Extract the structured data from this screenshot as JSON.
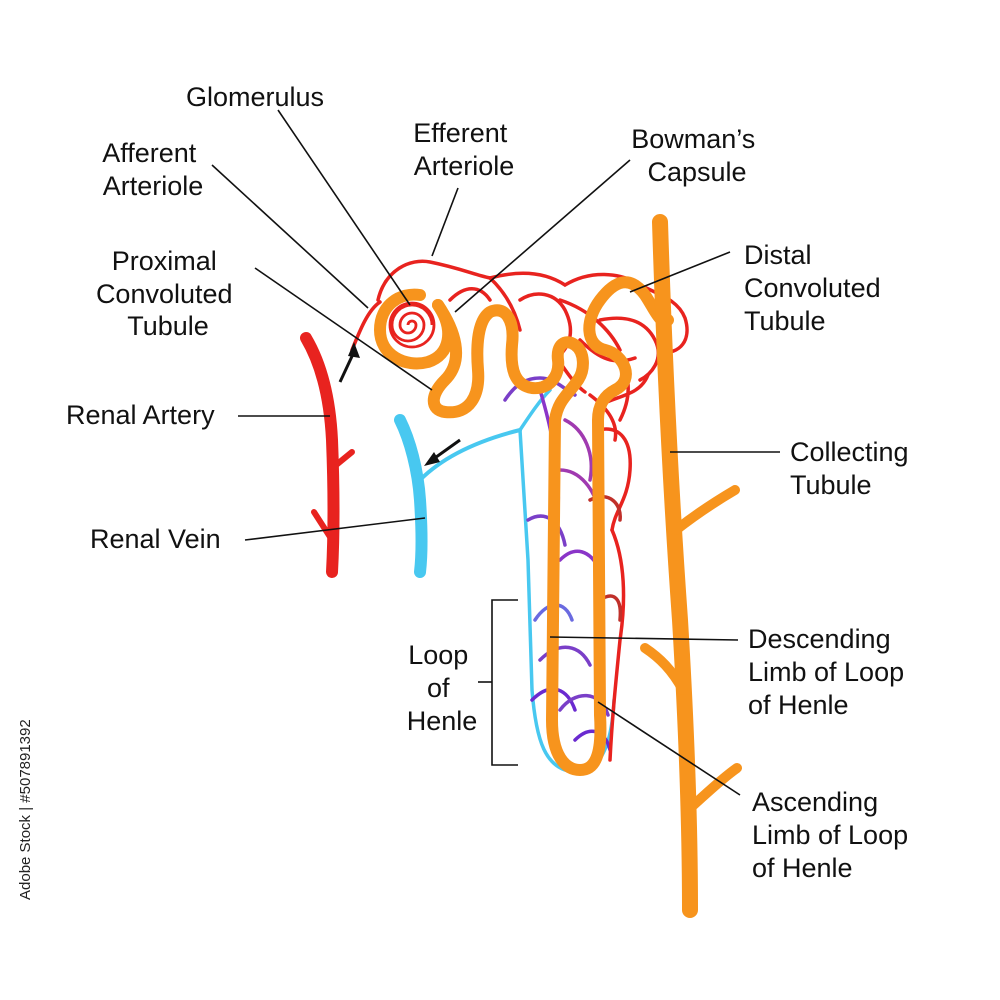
{
  "labels": {
    "glomerulus": "Glomerulus",
    "efferent_line1": "Efferent",
    "efferent_line2": "Arteriole",
    "bowman_line1": "Bowman’s",
    "bowman_line2": "Capsule",
    "afferent_line1": "Afferent",
    "afferent_line2": "Arteriole",
    "proximal_line1": "Proximal",
    "proximal_line2": "Convoluted",
    "proximal_line3": "Tubule",
    "distal_line1": "Distal",
    "distal_line2": "Convoluted",
    "distal_line3": "Tubule",
    "renal_artery": "Renal Artery",
    "collecting_line1": "Collecting",
    "collecting_line2": "Tubule",
    "renal_vein": "Renal Vein",
    "loop_line1": "Loop",
    "loop_line2": "of",
    "loop_line3": "Henle",
    "descending_line1": "Descending",
    "descending_line2": "Limb of Loop",
    "descending_line3": "of Henle",
    "ascending_line1": "Ascending",
    "ascending_line2": "Limb of Loop",
    "ascending_line3": "of Henle"
  },
  "watermark": "Adobe Stock | #507891392",
  "colors": {
    "artery": "#e8231f",
    "vein": "#48c8f0",
    "tubule": "#f7941d",
    "capillary_mid": "#7a3fc8",
    "text": "#111111"
  }
}
